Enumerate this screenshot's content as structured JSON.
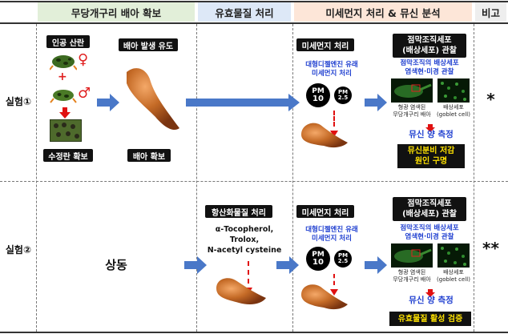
{
  "headers": {
    "col1": "무당개구리 배아 확보",
    "col2": "유효물질 처리",
    "col3": "미세먼지 처리 & 뮤신 분석",
    "col4": "비고"
  },
  "colors": {
    "col1_header_bg": "#e2efd9",
    "col2_header_bg": "#dde8f7",
    "col3_header_bg": "#fde6d8",
    "col4_header_bg": "#eeeeee",
    "arrow": "#4a78c8",
    "highlight_text": "#ffe200",
    "blue_text": "#1f3fd0"
  },
  "experiment1": {
    "row_label": "실험①",
    "step_artificial": "인공 산란",
    "female_symbol": "♀",
    "plus": "+",
    "male_symbol": "♂",
    "step_fertilized": "수정란 확보",
    "step_induce": "배아 발생 유도",
    "step_embryo": "배아 확보",
    "step_pm": "미세먼지 처리",
    "pm_source_line1": "대형디젤엔진 유래",
    "pm_source_line2": "미세먼지 처리",
    "pm10_top": "PM",
    "pm10_bottom": "10",
    "pm25_top": "PM",
    "pm25_bottom": "2.5",
    "observe_line1": "점막조직세포",
    "observe_line2": "(배상세포) 관찰",
    "observe_sub_line1": "점막조직의 배상세포",
    "observe_sub_line2": "염색현·미경 관찰",
    "caption_left_line1": "형광 염색된",
    "caption_left_line2": "무당개구리 배아",
    "caption_right_line1": "배상세포",
    "caption_right_line2": "(goblet cell)",
    "measure": "뮤신 양 측정",
    "result_line1": "뮤신분비 저감",
    "result_line2": "원인 구명",
    "note": "*"
  },
  "experiment2": {
    "row_label": "실험②",
    "same": "상동",
    "step_antioxidant": "항산화물질 처리",
    "antioxidant_line1": "α-Tocopherol,",
    "antioxidant_line2": "Trolox,",
    "antioxidant_line3": "N-acetyl cysteine",
    "step_pm": "미세먼지 처리",
    "pm_source_line1": "대형디젤엔진 유래",
    "pm_source_line2": "미세먼지 처리",
    "pm10_top": "PM",
    "pm10_bottom": "10",
    "pm25_top": "PM",
    "pm25_bottom": "2.5",
    "observe_line1": "점막조직세포",
    "observe_line2": "(배상세포) 관찰",
    "observe_sub_line1": "점막조직의 배상세포",
    "observe_sub_line2": "염색현·미경 관찰",
    "caption_left_line1": "형광 염색된",
    "caption_left_line2": "무당개구리 배아",
    "caption_right_line1": "배상세포",
    "caption_right_line2": "(goblet cell)",
    "measure": "뮤신 양 측정",
    "result": "유효물질 활성 검증",
    "note": "**"
  }
}
